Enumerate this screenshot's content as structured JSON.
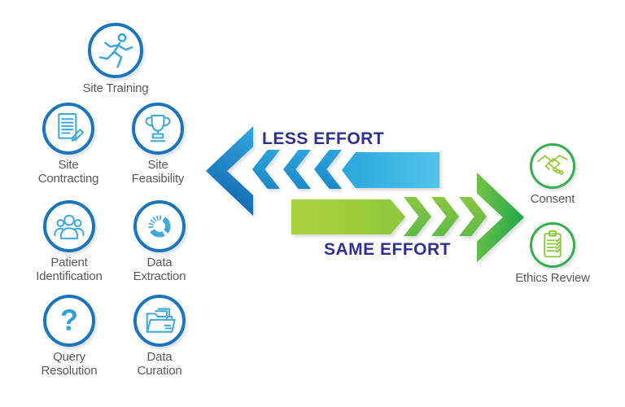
{
  "diagram": {
    "left_items": [
      {
        "name": "site-training",
        "icon": "runner-icon",
        "label": "Site Training"
      },
      {
        "name": "site-contracting",
        "icon": "document-pencil-icon",
        "label": "Site\nContracting"
      },
      {
        "name": "site-feasibility",
        "icon": "trophy-icon",
        "label": "Site\nFeasibility"
      },
      {
        "name": "patient-identification",
        "icon": "people-group-icon",
        "label": "Patient\nIdentification"
      },
      {
        "name": "data-extraction",
        "icon": "donut-chart-icon",
        "label": "Data\nExtraction"
      },
      {
        "name": "query-resolution",
        "icon": "question-mark-icon",
        "label": "Query\nResolution"
      },
      {
        "name": "data-curation",
        "icon": "folder-files-icon",
        "label": "Data\nCuration"
      }
    ],
    "right_items": [
      {
        "name": "consent",
        "icon": "handshake-icon",
        "label": "Consent"
      },
      {
        "name": "ethics-review",
        "icon": "clipboard-checklist-icon",
        "label": "Ethics Review"
      }
    ],
    "arrows": {
      "less_effort": {
        "label": "LESS EFFORT",
        "direction": "left",
        "color_scheme": "blue"
      },
      "same_effort": {
        "label": "SAME EFFORT",
        "direction": "right",
        "color_scheme": "green"
      }
    },
    "colors": {
      "blue_ring": "#1B75BC",
      "blue_icon_stroke": "#3FA9DC",
      "green_ring": "#34B04A",
      "green_icon_stroke": "#9BCB3C",
      "arrow_blue_dark": "#1464AE",
      "arrow_blue_light": "#52C4EB",
      "arrow_green_dark": "#1FA84D",
      "arrow_green_light": "#ABD23B",
      "heading_text": "#2E3192",
      "label_text": "#58595B"
    }
  }
}
